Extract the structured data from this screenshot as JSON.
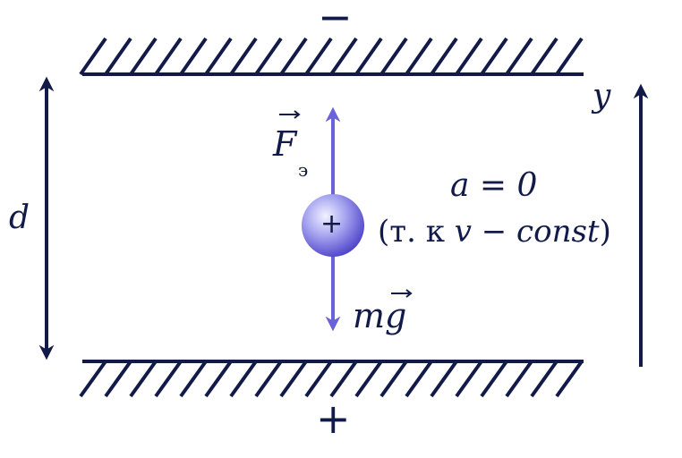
{
  "plates": {
    "top_sign": "−",
    "bottom_sign": "+"
  },
  "charge": {
    "sign": "+"
  },
  "labels": {
    "distance": "d",
    "axis": "y",
    "force_electric_main": "F",
    "force_electric_sub": "э",
    "force_gravity": "mg",
    "acceleration": "a = 0",
    "reason_prefix": "(т. к ",
    "reason_var": "v − const",
    "reason_suffix": ")"
  },
  "colors": {
    "plate": "#121a4a",
    "force_arrow": "#6a62d8",
    "charge_fill_light": "#dcdcff",
    "charge_fill_dark": "#5a4fd6",
    "text": "#121a4a"
  },
  "icons": {
    "vector_mark": "vector-arrow-icon"
  }
}
